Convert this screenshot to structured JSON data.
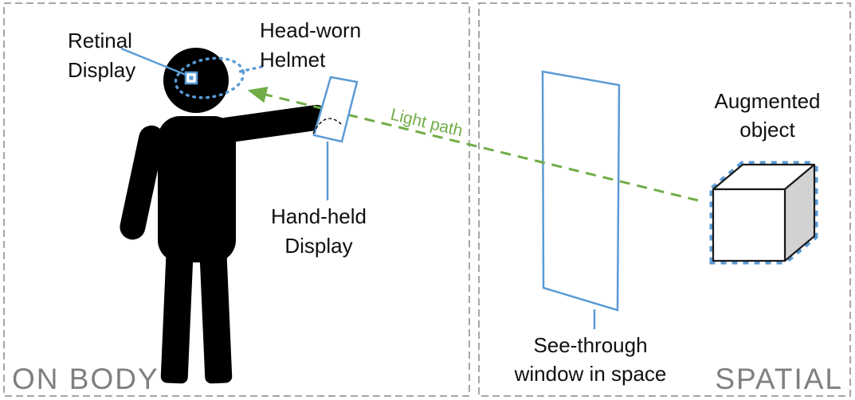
{
  "panels": {
    "left": {
      "label": "ON BODY"
    },
    "right": {
      "label": "SPATIAL"
    }
  },
  "labels": {
    "retinal_display": [
      "Retinal",
      "Display"
    ],
    "head_worn_helmet": [
      "Head-worn",
      "Helmet"
    ],
    "hand_held_display": [
      "Hand-held",
      "Display"
    ],
    "light_path": "Light path",
    "see_through_window": [
      "See-through",
      "window in space"
    ],
    "augmented_object": [
      "Augmented",
      "object"
    ]
  },
  "colors": {
    "accent_blue": "#5b9bd5",
    "light_path_green": "#70ad47",
    "border_gray": "#a6a6a6",
    "panel_label_gray": "#7f7f7f",
    "cube_side_gray": "#d2d2d2",
    "silhouette_black": "#000000"
  }
}
